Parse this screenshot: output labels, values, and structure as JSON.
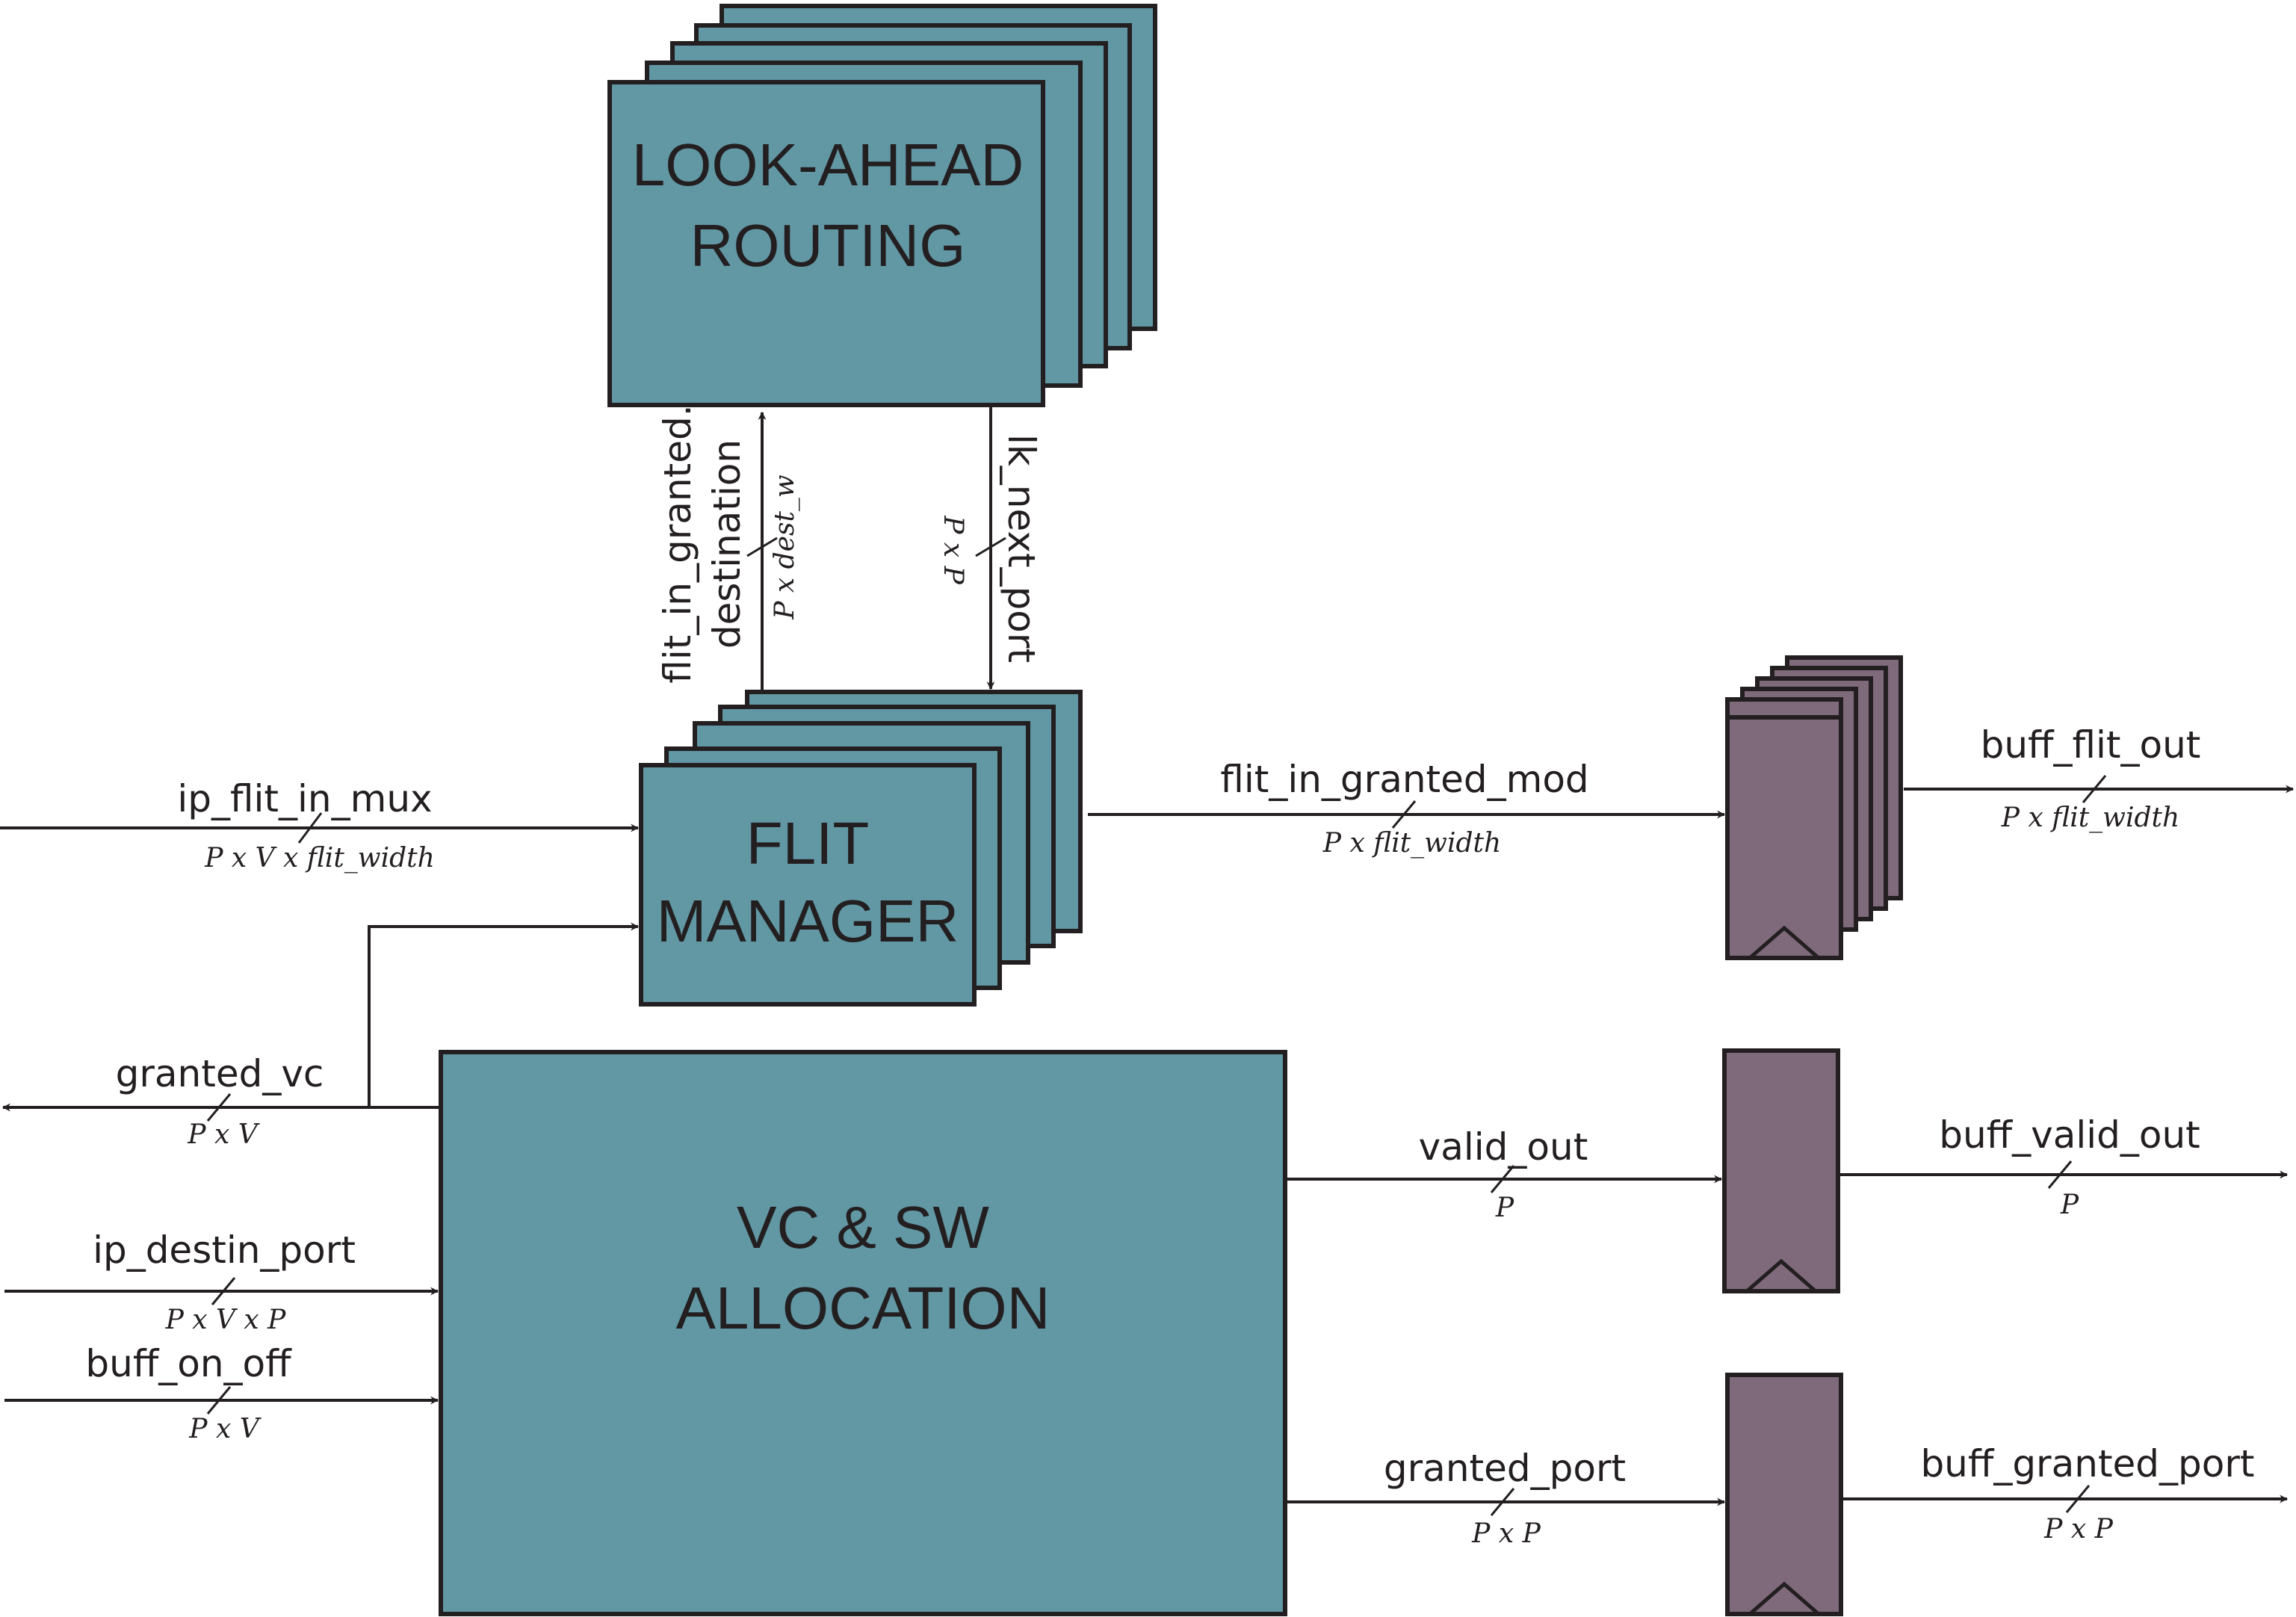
{
  "blocks": {
    "routing": {
      "line1": "LOOK-AHEAD",
      "line2": "ROUTING",
      "fill": "#6297a4"
    },
    "flit_manager": {
      "line1": "FLIT",
      "line2": "MANAGER",
      "fill": "#6297a4"
    },
    "allocation": {
      "line1": "VC & SW",
      "line2": "ALLOCATION",
      "fill": "#6297a4"
    },
    "register_fill": "#7f6a7c"
  },
  "signals": {
    "ip_flit_in_mux": {
      "name": "ip_flit_in_mux",
      "width": "P x V x flit_width"
    },
    "flit_in_granted_destination": {
      "name_line1": "flit_in_granted.",
      "name_line2": "destination",
      "width": "P x dest_w"
    },
    "lk_next_port": {
      "name": "lk_next_port",
      "width": "P x P"
    },
    "flit_in_granted_mod": {
      "name": "flit_in_granted_mod",
      "width": "P x flit_width"
    },
    "buff_flit_out": {
      "name": "buff_flit_out",
      "width": "P x flit_width"
    },
    "granted_vc": {
      "name": "granted_vc",
      "width": "P x V"
    },
    "ip_destin_port": {
      "name": "ip_destin_port",
      "width": "P x V x P"
    },
    "buff_on_off": {
      "name": "buff_on_off",
      "width": "P x V"
    },
    "valid_out": {
      "name": "valid_out",
      "width": "P"
    },
    "buff_valid_out": {
      "name": "buff_valid_out",
      "width": "P"
    },
    "granted_port": {
      "name": "granted_port",
      "width": "P x P"
    },
    "buff_granted_port": {
      "name": "buff_granted_port",
      "width": "P x P"
    }
  }
}
